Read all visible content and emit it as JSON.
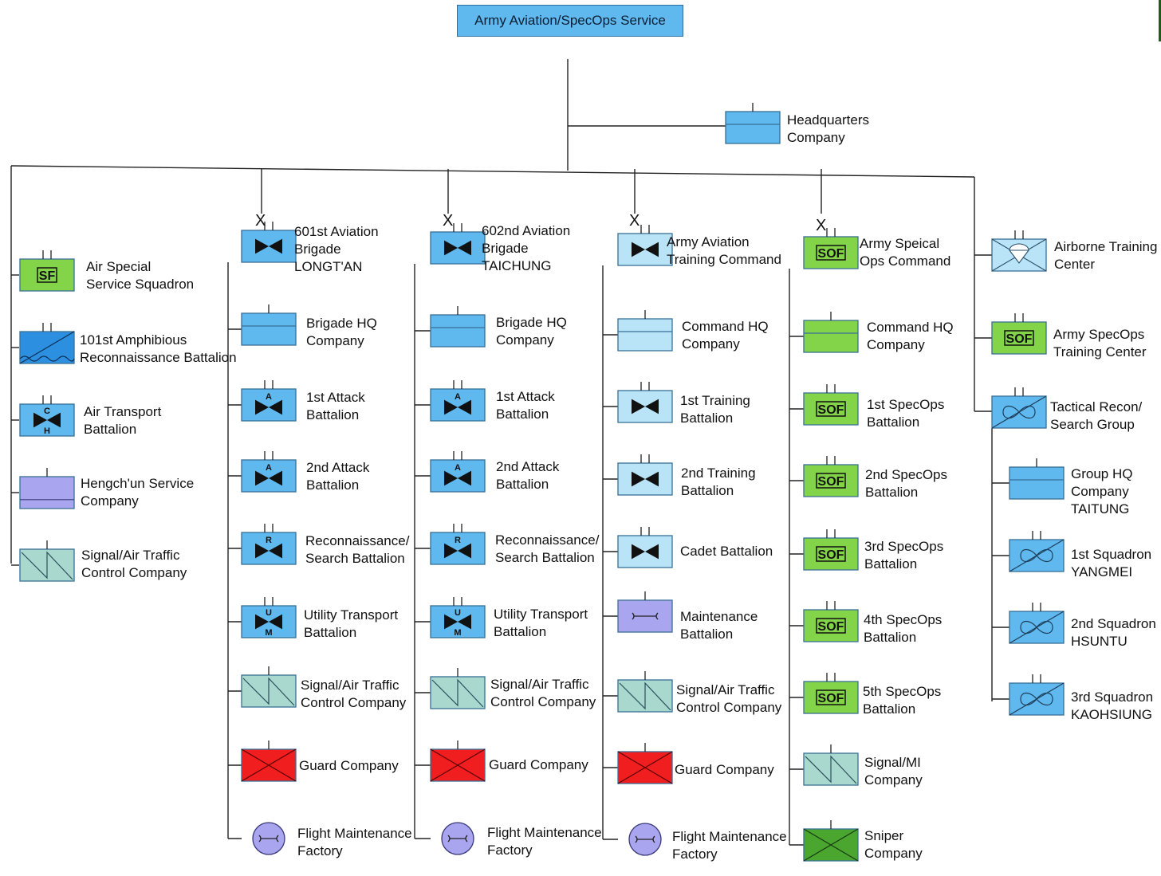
{
  "diagram": {
    "title": "Army Aviation/SpecOps Service",
    "hq": {
      "label": "Headquarters\nCompany"
    },
    "left_units": [
      {
        "label": "Air Special\nService Squadron",
        "symbol": "SF"
      },
      {
        "label": "101st Amphibious\nReconnaissance Battalion",
        "symbol": "amphibious-recon"
      },
      {
        "label": "Air Transport\nBattalion",
        "symbol": "C / H"
      },
      {
        "label": "Hengch'un Service\nCompany",
        "symbol": "service"
      },
      {
        "label": "Signal/Air Traffic\nControl Company",
        "symbol": "signal"
      }
    ],
    "brigade_601": {
      "echelon": "X",
      "label": "601st Aviation\nBrigade\nLONGT'AN",
      "units": [
        {
          "label": "Brigade HQ\nCompany",
          "symbol": "hq"
        },
        {
          "label": "1st Attack\nBattalion",
          "symbol": "A"
        },
        {
          "label": "2nd Attack\nBattalion",
          "symbol": "A"
        },
        {
          "label": "Reconnaissance/\nSearch Battalion",
          "symbol": "R"
        },
        {
          "label": "Utility Transport\nBattalion",
          "symbol": "U / M"
        },
        {
          "label": "Signal/Air Traffic\nControl Company",
          "symbol": "signal"
        },
        {
          "label": "Guard Company",
          "symbol": "guard"
        },
        {
          "label": "Flight Maintenance\nFactory",
          "symbol": "maintenance"
        }
      ]
    },
    "brigade_602": {
      "echelon": "X",
      "label": "602nd Aviation\nBrigade\nTAICHUNG",
      "units": [
        {
          "label": "Brigade HQ\nCompany",
          "symbol": "hq"
        },
        {
          "label": "1st Attack\nBattalion",
          "symbol": "A"
        },
        {
          "label": "2nd Attack\nBattalion",
          "symbol": "A"
        },
        {
          "label": "Reconnaissance/\nSearch Battalion",
          "symbol": "R"
        },
        {
          "label": "Utility Transport\nBattalion",
          "symbol": "U / M"
        },
        {
          "label": "Signal/Air Traffic\nControl Company",
          "symbol": "signal"
        },
        {
          "label": "Guard Company",
          "symbol": "guard"
        },
        {
          "label": "Flight Maintenance\nFactory",
          "symbol": "maintenance"
        }
      ]
    },
    "training_command": {
      "echelon": "X",
      "label": "Army Aviation\nTraining Command",
      "units": [
        {
          "label": "Command HQ\nCompany",
          "symbol": "hq"
        },
        {
          "label": "1st Training\nBattalion",
          "symbol": "aviation"
        },
        {
          "label": "2nd Training\nBattalion",
          "symbol": "aviation"
        },
        {
          "label": "Cadet Battalion",
          "symbol": "aviation"
        },
        {
          "label": "Maintenance\nBattalion",
          "symbol": "maintenance"
        },
        {
          "label": "Signal/Air Traffic\nControl Company",
          "symbol": "signal"
        },
        {
          "label": "Guard Company",
          "symbol": "guard"
        },
        {
          "label": "Flight Maintenance\nFactory",
          "symbol": "maintenance"
        }
      ]
    },
    "specops_command": {
      "echelon": "X",
      "label": "Army Speical\nOps Command",
      "symbol_text": "SOF",
      "units": [
        {
          "label": "Command HQ\nCompany",
          "symbol": "hq"
        },
        {
          "label": "1st SpecOps\nBattalion",
          "symbol": "SOF"
        },
        {
          "label": "2nd SpecOps\nBattalion",
          "symbol": "SOF"
        },
        {
          "label": "3rd SpecOps\nBattalion",
          "symbol": "SOF"
        },
        {
          "label": "4th SpecOps\nBattalion",
          "symbol": "SOF"
        },
        {
          "label": "5th SpecOps\nBattalion",
          "symbol": "SOF"
        },
        {
          "label": "Signal/MI\nCompany",
          "symbol": "signal"
        },
        {
          "label": "Sniper\nCompany",
          "symbol": "sniper"
        }
      ]
    },
    "right_units": [
      {
        "label": "Airborne Training\nCenter",
        "symbol": "airborne"
      },
      {
        "label": "Army SpecOps\nTraining Center",
        "symbol": "SOF"
      }
    ],
    "recon_group": {
      "label": "Tactical Recon/\nSearch Group",
      "units": [
        {
          "label": "Group HQ\nCompany\nTAITUNG",
          "symbol": "hq"
        },
        {
          "label": "1st Squadron\nYANGMEI",
          "symbol": "recon"
        },
        {
          "label": "2nd Squadron\nHSUNTU",
          "symbol": "recon"
        },
        {
          "label": "3rd Squadron\nKAOHSIUNG",
          "symbol": "recon"
        }
      ]
    }
  }
}
